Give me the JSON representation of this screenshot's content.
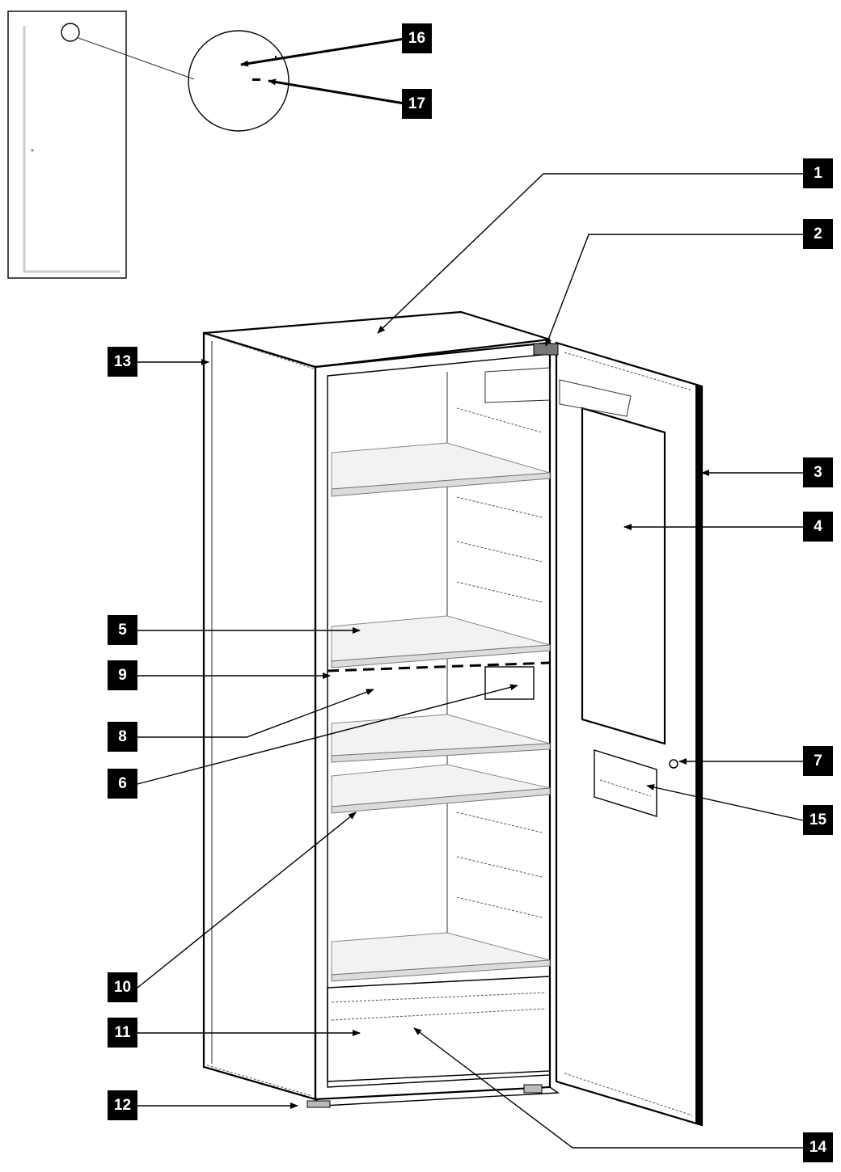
{
  "callouts": [
    {
      "id": "1",
      "label": "1"
    },
    {
      "id": "2",
      "label": "2"
    },
    {
      "id": "3",
      "label": "3"
    },
    {
      "id": "4",
      "label": "4"
    },
    {
      "id": "5",
      "label": "5"
    },
    {
      "id": "6",
      "label": "6"
    },
    {
      "id": "7",
      "label": "7"
    },
    {
      "id": "8",
      "label": "8"
    },
    {
      "id": "9",
      "label": "9"
    },
    {
      "id": "10",
      "label": "10"
    },
    {
      "id": "11",
      "label": "11"
    },
    {
      "id": "12",
      "label": "12"
    },
    {
      "id": "13",
      "label": "13"
    },
    {
      "id": "14",
      "label": "14"
    },
    {
      "id": "15",
      "label": "15"
    },
    {
      "id": "16",
      "label": "16"
    },
    {
      "id": "17",
      "label": "17"
    }
  ],
  "colors": {
    "callout_fill": "#000000",
    "callout_text": "#ffffff",
    "line": "#000000"
  }
}
